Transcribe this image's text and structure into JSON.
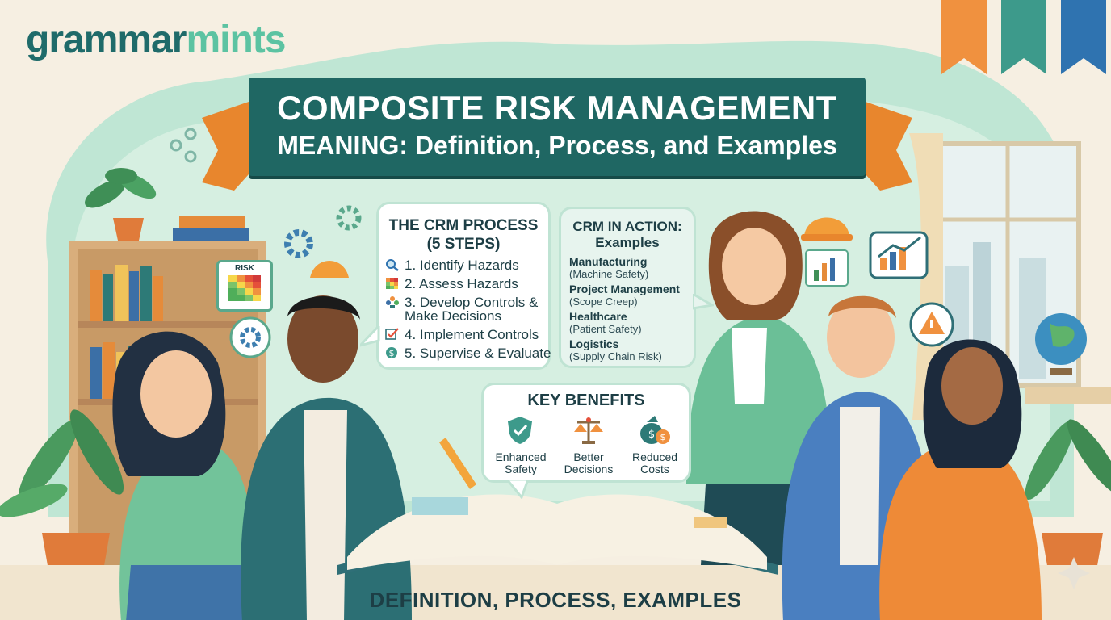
{
  "brand": {
    "logo_part1": "grammar",
    "logo_part2": "mints"
  },
  "title": {
    "line1": "COMPOSITE RISK MANAGEMENT",
    "line2": "MEANING: Definition, Process, and Examples"
  },
  "process": {
    "title_line1": "THE CRM PROCESS",
    "title_line2": "(5 STEPS)",
    "steps": [
      {
        "label": "1. Identify Hazards",
        "icon": "magnifier-icon"
      },
      {
        "label": "2. Assess Hazards",
        "icon": "risk-grid-icon"
      },
      {
        "label": "3. Develop Controls &",
        "label2": "Make Decisions",
        "icon": "people-icon"
      },
      {
        "label": "4. Implement Controls",
        "icon": "checkbox-icon"
      },
      {
        "label": "5. Supervise & Evaluate",
        "icon": "dollar-badge-icon"
      }
    ]
  },
  "examples": {
    "title_line1": "CRM IN ACTION:",
    "title_line2": "Examples",
    "items": [
      {
        "heading": "Manufacturing",
        "sub": "(Machine Safety)"
      },
      {
        "heading": "Project Management",
        "sub": "(Scope Creep)"
      },
      {
        "heading": "Healthcare",
        "sub": "(Patient Safety)"
      },
      {
        "heading": "Logistics",
        "sub": "(Supply Chain Risk)"
      }
    ]
  },
  "benefits": {
    "title": "KEY BENEFITS",
    "items": [
      {
        "line1": "Enhanced",
        "line2": "Safety",
        "icon": "shield-check-icon"
      },
      {
        "line1": "Better",
        "line2": "Decisions",
        "icon": "scales-icon"
      },
      {
        "line1": "Reduced",
        "line2": "Costs",
        "icon": "money-bag-icon"
      }
    ]
  },
  "board": {
    "label": "RISK"
  },
  "footer": "DEFINITION, PROCESS, EXAMPLES",
  "colors": {
    "teal_dark": "#1f6763",
    "mint": "#5cc3a2",
    "bg": "#f6efe2",
    "orange": "#f0913f",
    "blue": "#2f73b0"
  }
}
